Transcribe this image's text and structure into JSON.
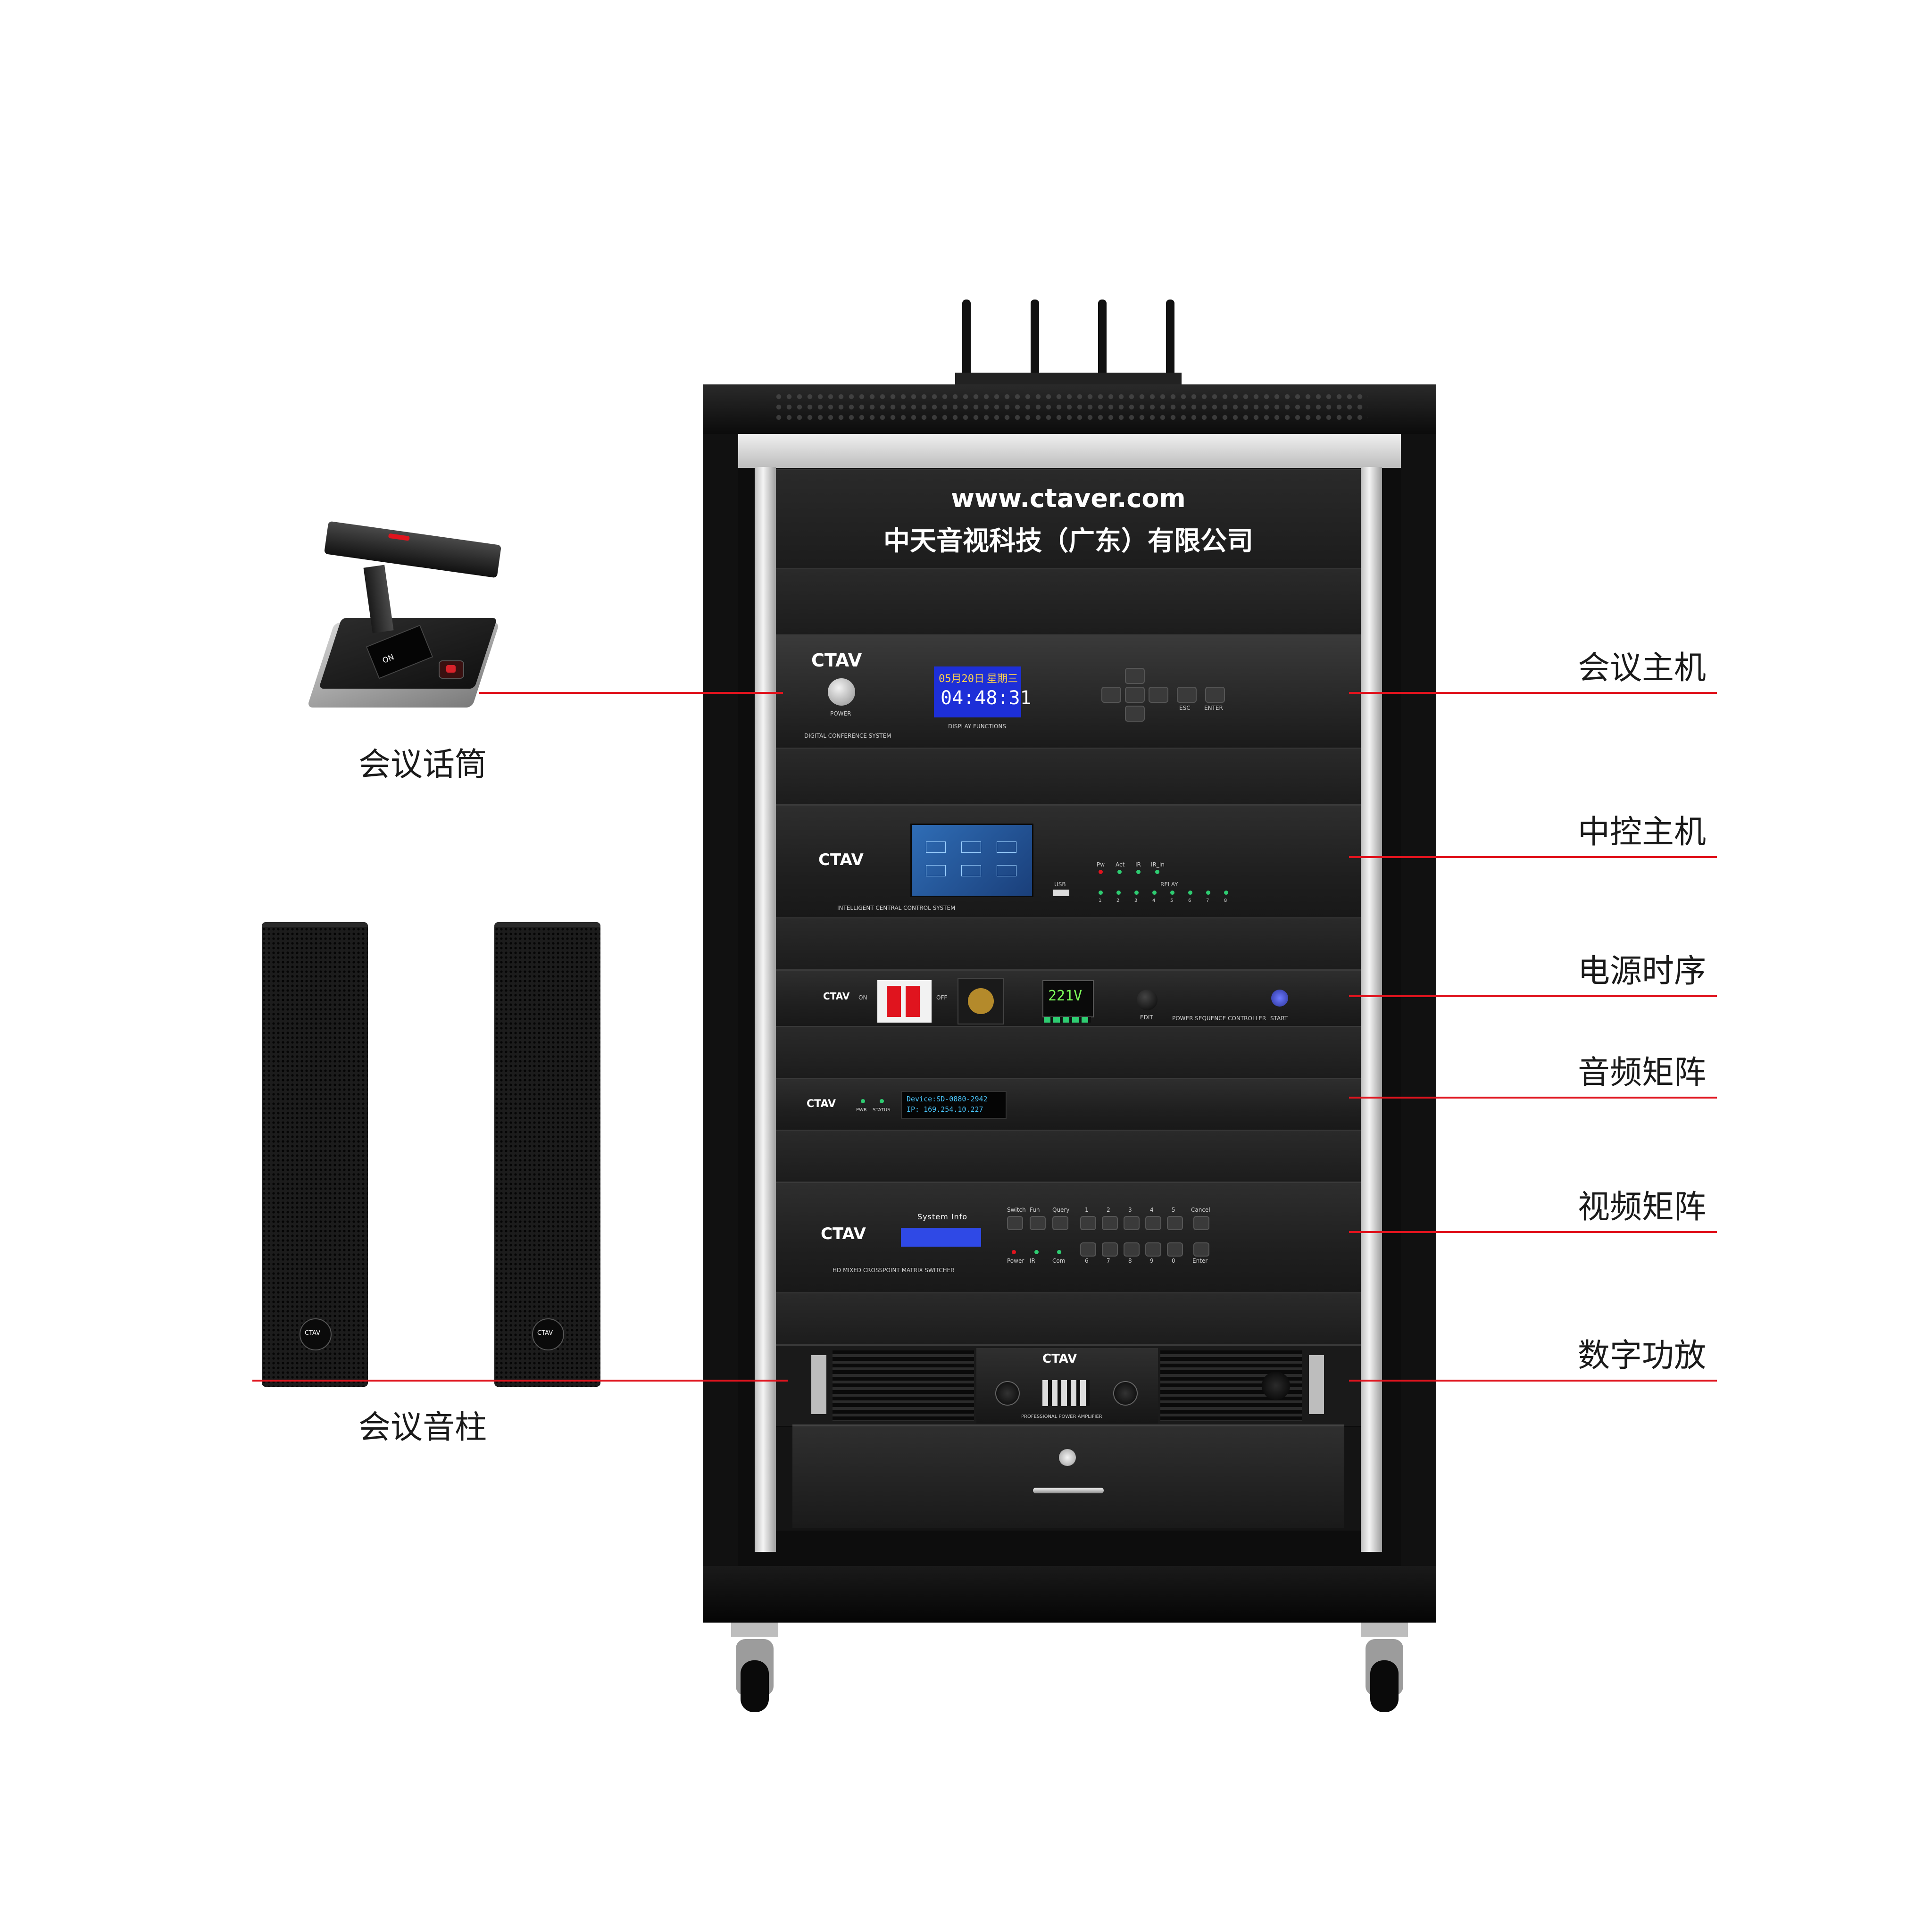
{
  "rack": {
    "website": "www.ctaver.com",
    "company": "中天音视科技（广东）有限公司"
  },
  "devices": {
    "conference_host": {
      "brand": "CTAV",
      "power_label": "POWER",
      "system_label": "DIGITAL CONFERENCE SYSTEM",
      "date": "05月20日",
      "weekday": "星期三",
      "time": "04:48:31",
      "display_label": "DISPLAY FUNCTIONS",
      "esc_label": "ESC",
      "enter_label": "ENTER"
    },
    "central_control": {
      "brand": "CTAV",
      "system_label": "INTELLIGENT CENTRAL CONTROL SYSTEM",
      "usb_label": "USB",
      "led_labels": [
        "Pw",
        "Act",
        "IR",
        "IR_in"
      ],
      "relay_label": "RELAY",
      "relay_numbers": [
        "1",
        "2",
        "3",
        "4",
        "5",
        "6",
        "7",
        "8"
      ]
    },
    "power_sequencer": {
      "brand": "CTAV",
      "on_label": "ON",
      "off_label": "OFF",
      "voltage": "221V",
      "edit_label": "EDIT",
      "system_label": "POWER SEQUENCE CONTROLLER",
      "start_label": "START"
    },
    "audio_matrix": {
      "brand": "CTAV",
      "led_labels": [
        "PWR",
        "STATUS"
      ],
      "device_line": "Device:SD-0880-2942",
      "ip_line": "IP: 169.254.10.227"
    },
    "video_matrix": {
      "brand": "CTAV",
      "system_info_label": "System  Info",
      "system_label": "HD MIXED CROSSPOINT MATRIX SWITCHER",
      "top_buttons": [
        "Switch",
        "Fun",
        "Query"
      ],
      "top_numbers": [
        "1",
        "2",
        "3",
        "4",
        "5"
      ],
      "bottom_numbers": [
        "6",
        "7",
        "8",
        "9",
        "0"
      ],
      "cancel_label": "Cancel",
      "enter_label": "Enter",
      "status_labels": [
        "Power",
        "IR",
        "Com"
      ]
    },
    "amplifier": {
      "brand": "CTAV",
      "system_label": "PROFESSIONAL POWER AMPLIFIER"
    },
    "column_speaker": {
      "brand": "CTAV"
    },
    "microphone": {
      "screen_text": "ON"
    }
  },
  "labels": {
    "conference_host": "会议主机",
    "central_control": "中控主机",
    "power_sequencer": "电源时序",
    "audio_matrix": "音频矩阵",
    "video_matrix": "视频矩阵",
    "amplifier": "数字功放",
    "microphone": "会议话筒",
    "speaker": "会议音柱"
  },
  "colors": {
    "leader_line": "#e0141e",
    "lcd_blue": "#1d2fd8",
    "rack_black": "#0d0d0d"
  }
}
